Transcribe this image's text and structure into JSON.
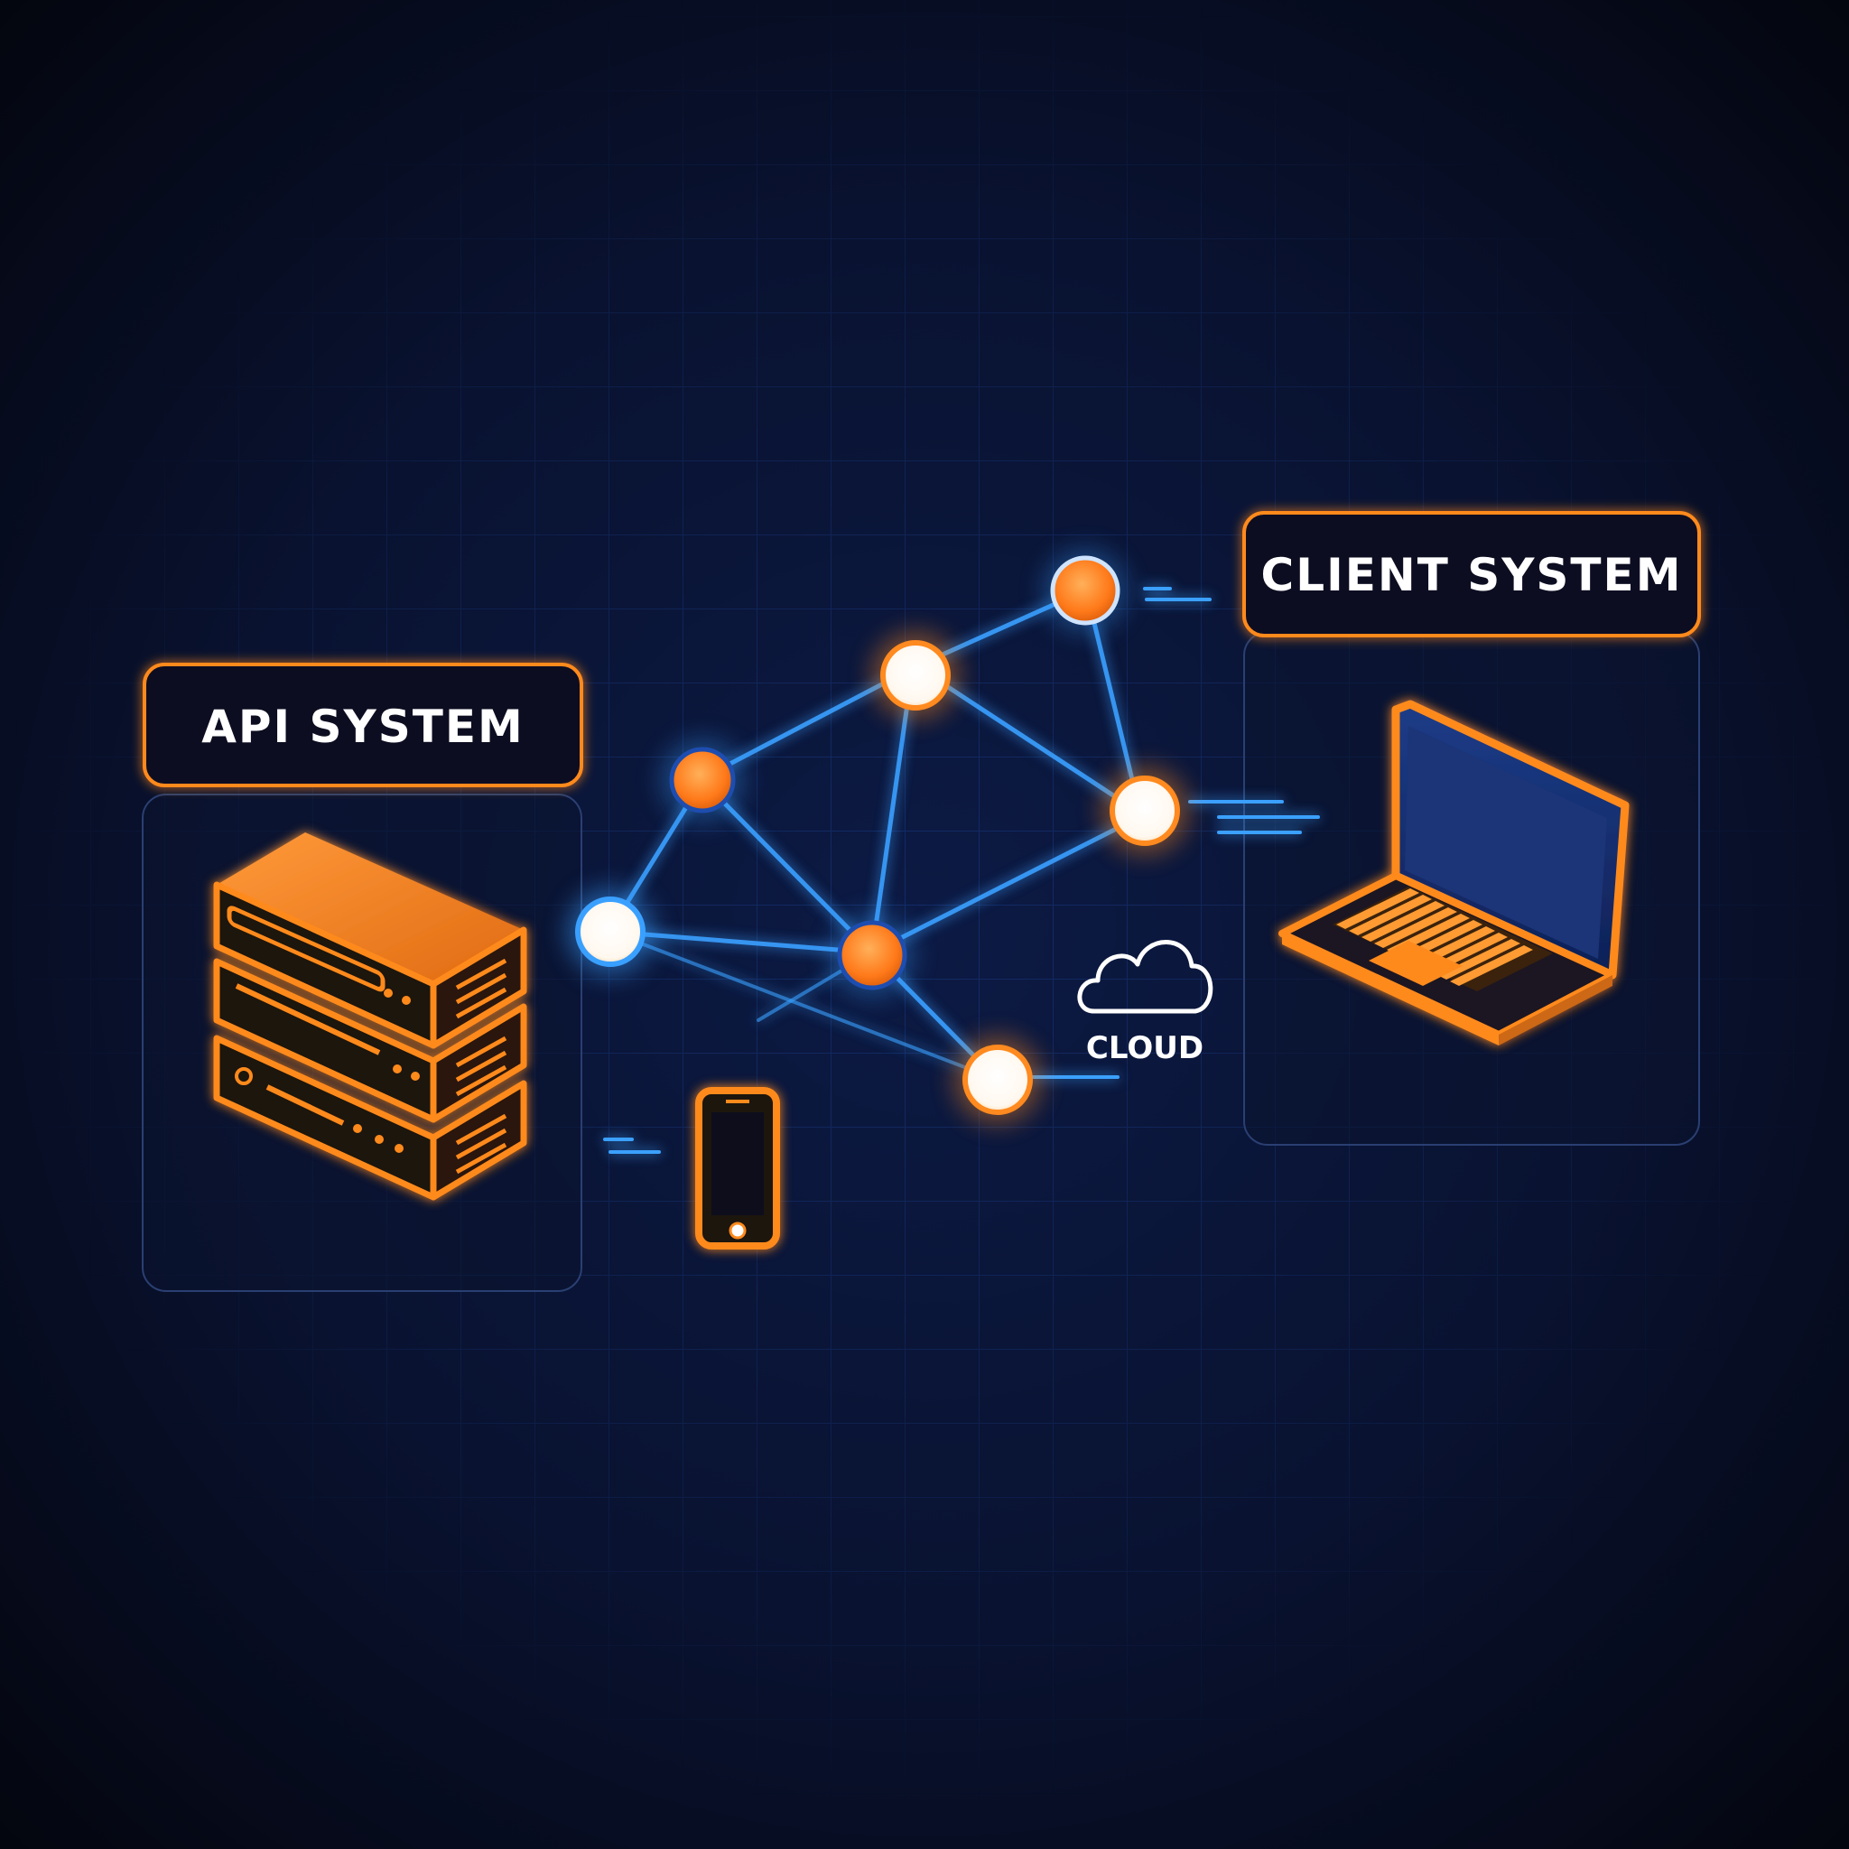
{
  "diagram": {
    "labels": {
      "api_system": "API SYSTEM",
      "client_system": "CLIENT SYSTEM",
      "cloud": "CLOUD"
    },
    "colors": {
      "background": "#070b1e",
      "accent_orange": "#ff8a1f",
      "accent_blue": "#3aa0ff",
      "node_white": "#ffffff",
      "grid": "#12306a"
    },
    "icons": {
      "api": "server-rack-icon",
      "client": "laptop-icon",
      "mobile": "smartphone-icon",
      "cloud": "cloud-icon"
    }
  }
}
